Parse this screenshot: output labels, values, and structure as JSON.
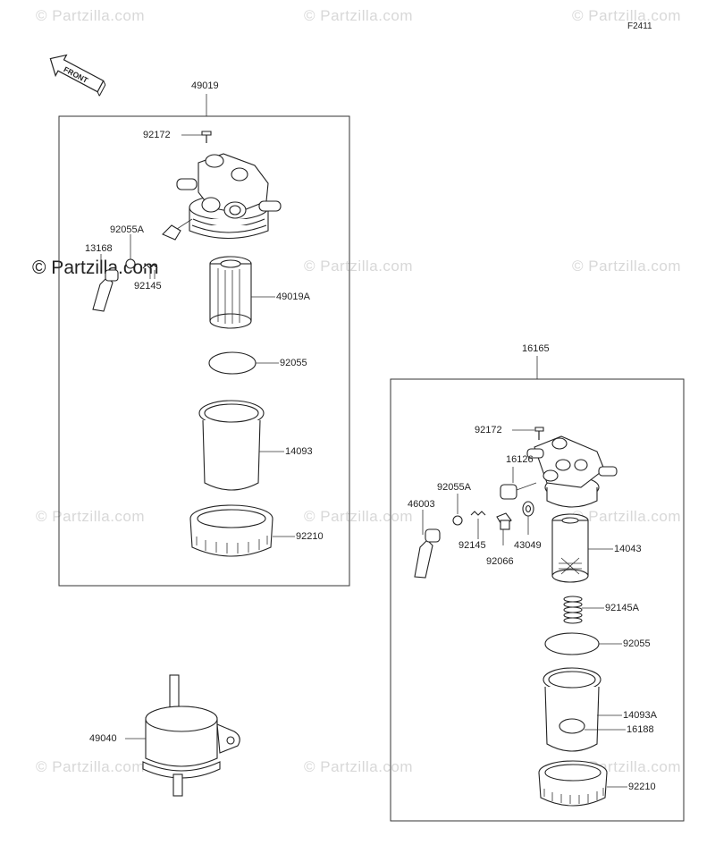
{
  "figure_code": "F2411",
  "front_label": "FRONT",
  "watermarks": {
    "text": "© Partzilla.com",
    "highlight": "© Partzilla.com"
  },
  "assembly_left": {
    "assembly_number": "49019",
    "parts": [
      "92172",
      "92055A",
      "13168",
      "92145",
      "49019A",
      "92055",
      "14093",
      "92210"
    ]
  },
  "assembly_right": {
    "assembly_number": "16165",
    "parts": [
      "92172",
      "16126",
      "92055A",
      "46003",
      "92145",
      "92066",
      "43049",
      "14043",
      "92145A",
      "92055",
      "14093A",
      "16188",
      "92210"
    ]
  },
  "standalone": {
    "part": "49040"
  }
}
